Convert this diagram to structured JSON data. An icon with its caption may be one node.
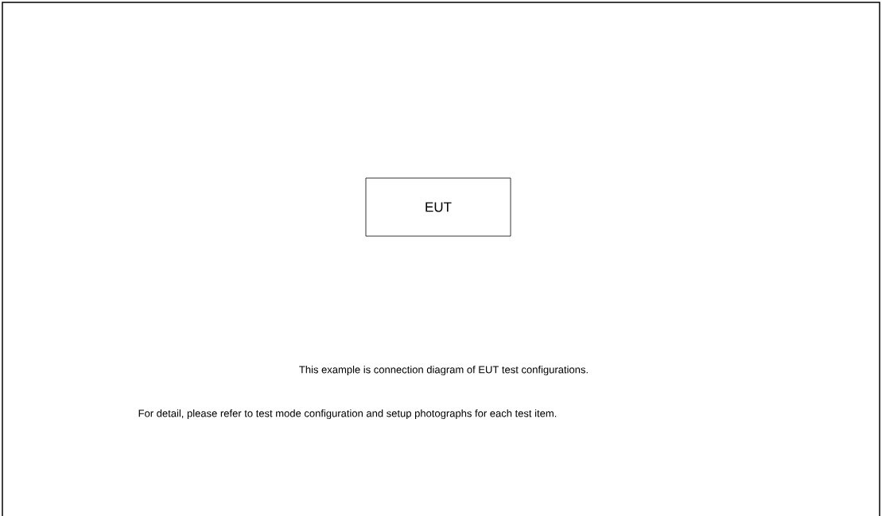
{
  "diagram": {
    "nodes": [
      {
        "text": [
          "EUT"
        ]
      }
    ],
    "labels": [
      "This example is connection diagram of EUT test configurations.",
      "For detail, please refer to test mode configuration and setup photographs for each test item."
    ]
  }
}
